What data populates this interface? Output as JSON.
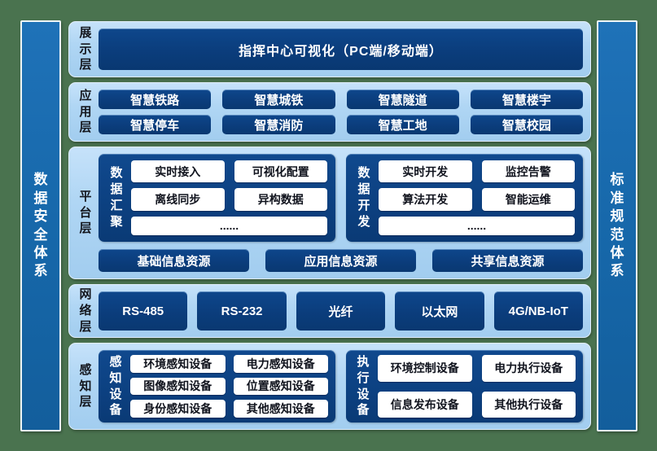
{
  "colors": {
    "background_green": "#4a734f",
    "panel_light_blue": "#aed5f2",
    "side_bar_blue": "#1a6bb1",
    "dark_box_navy": "#0b3d7c",
    "group_box_navy": "#0d4385",
    "white_box_bg": "#ffffff",
    "white_box_text": "#10131d",
    "dark_box_text": "#ffffff",
    "panel_label_text": "#14171e"
  },
  "left_bar": {
    "label": "数据安全体系"
  },
  "right_bar": {
    "label": "标准规范体系"
  },
  "display_layer": {
    "label": "展示层",
    "title_box": "指挥中心可视化（PC端/移动端）"
  },
  "app_layer": {
    "label": "应用层",
    "items": [
      "智慧铁路",
      "智慧城铁",
      "智慧隧道",
      "智慧楼宇",
      "智慧停车",
      "智慧消防",
      "智慧工地",
      "智慧校园"
    ]
  },
  "platform_layer": {
    "label": "平台层",
    "groups": [
      {
        "label": "数据汇聚",
        "items": [
          "实时接入",
          "可视化配置",
          "离线同步",
          "异构数据"
        ],
        "more": "......"
      },
      {
        "label": "数据开发",
        "items": [
          "实时开发",
          "监控告警",
          "算法开发",
          "智能运维"
        ],
        "more": "......"
      }
    ],
    "resources": [
      "基础信息资源",
      "应用信息资源",
      "共享信息资源"
    ]
  },
  "network_layer": {
    "label": "网络层",
    "items": [
      "RS-485",
      "RS-232",
      "光纤",
      "以太网",
      "4G/NB-IoT"
    ]
  },
  "perception_layer": {
    "label": "感知层",
    "groups": [
      {
        "label": "感知设备",
        "items": [
          "环境感知设备",
          "电力感知设备",
          "图像感知设备",
          "位置感知设备",
          "身份感知设备",
          "其他感知设备"
        ]
      },
      {
        "label": "执行设备",
        "items": [
          "环境控制设备",
          "电力执行设备",
          "信息发布设备",
          "其他执行设备"
        ]
      }
    ]
  }
}
